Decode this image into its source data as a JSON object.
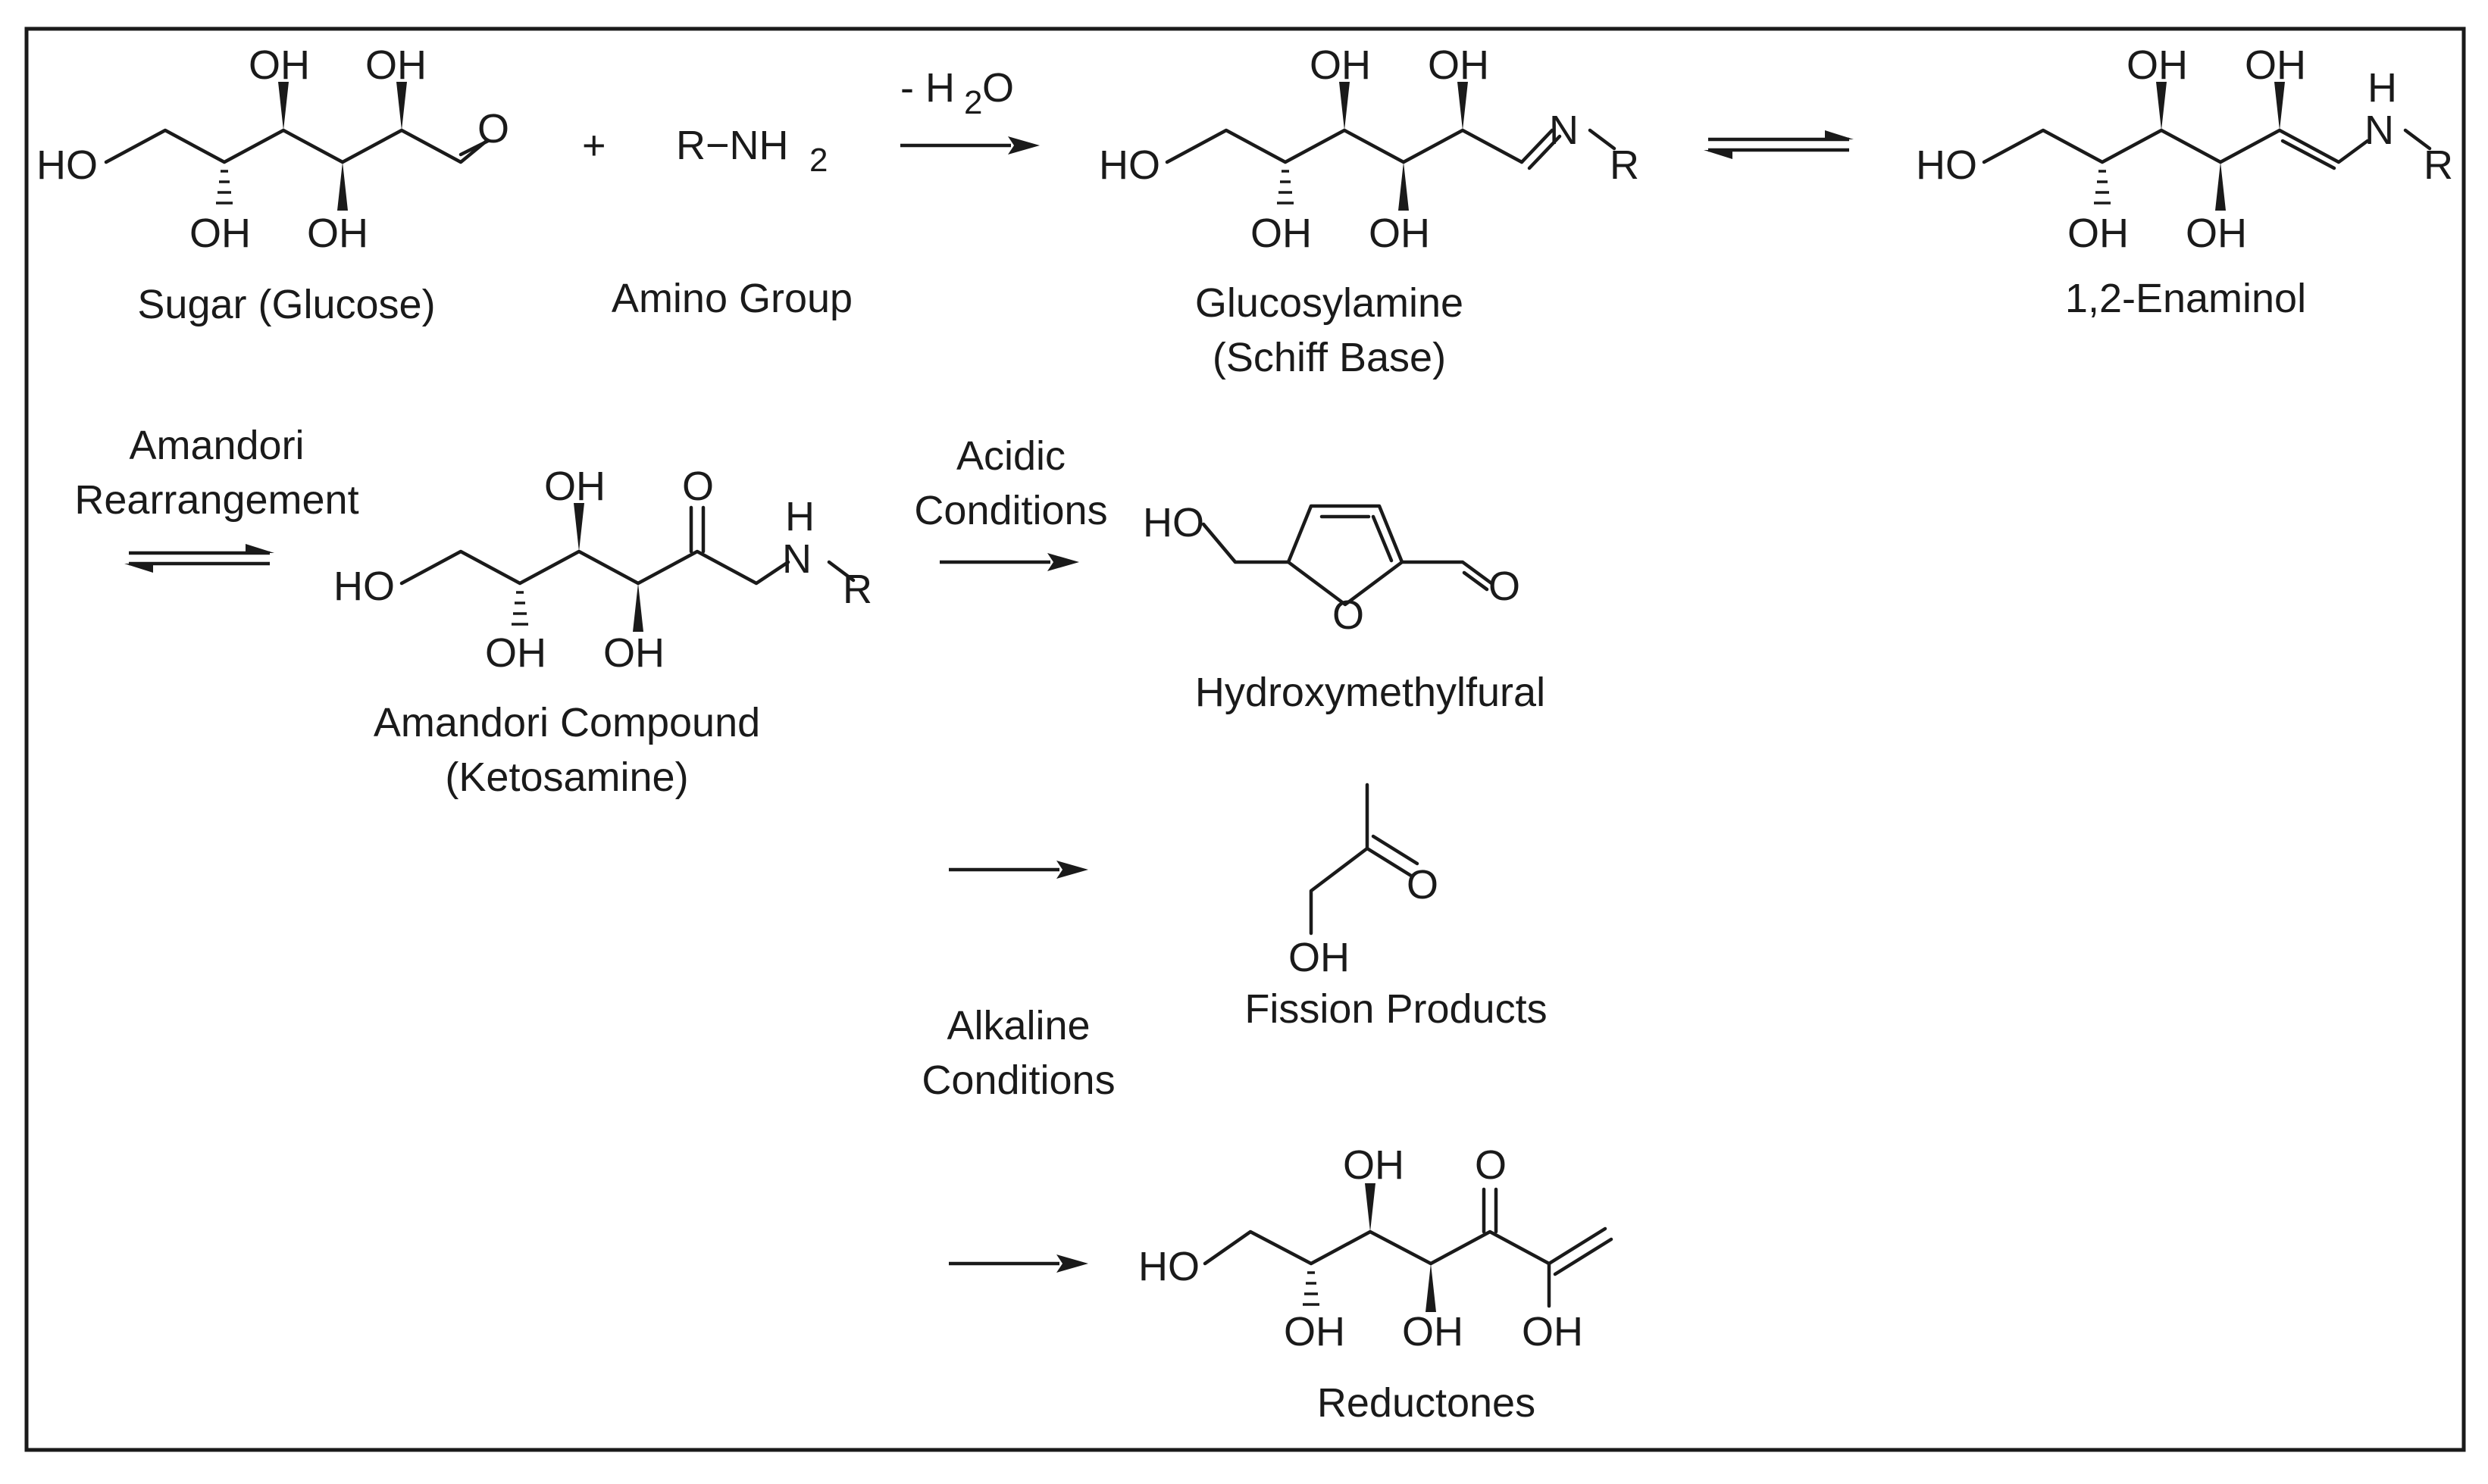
{
  "reactants": {
    "sugar": {
      "caption": "Sugar (Glucose)",
      "atoms": {
        "oh_top1": "OH",
        "oh_top2": "OH",
        "oh_bot1": "OH",
        "oh_bot2": "OH",
        "ho": "HO",
        "o": "O"
      }
    },
    "plus": "+",
    "amine": {
      "caption": "Amino Group",
      "formula_main": "R−NH",
      "formula_sub": "2"
    }
  },
  "step1": {
    "label_main": "- H",
    "label_sub": "2",
    "label_tail": "O"
  },
  "glucosylamine": {
    "caption_line1": "Glucosylamine",
    "caption_line2": "(Schiff Base)",
    "atoms": {
      "oh_top1": "OH",
      "oh_top2": "OH",
      "oh_bot1": "OH",
      "oh_bot2": "OH",
      "ho": "HO",
      "n": "N",
      "r": "R"
    }
  },
  "enaminol": {
    "caption": "1,2-Enaminol",
    "atoms": {
      "oh_top1": "OH",
      "oh_top2": "OH",
      "oh_bot1": "OH",
      "oh_bot2": "OH",
      "ho": "HO",
      "h": "H",
      "n": "N",
      "r": "R"
    }
  },
  "amadori_step": {
    "label_line1": "Amandori",
    "label_line2": "Rearrangement"
  },
  "amadori": {
    "caption_line1": "Amandori Compound",
    "caption_line2": "(Ketosamine)",
    "atoms": {
      "oh_top": "OH",
      "o": "O",
      "h": "H",
      "n": "N",
      "r": "R",
      "ho": "HO",
      "oh_bot1": "OH",
      "oh_bot2": "OH"
    }
  },
  "acidic_step": {
    "label_line1": "Acidic",
    "label_line2": "Conditions"
  },
  "hmf": {
    "caption": "Hydroxymethylfural",
    "atoms": {
      "ho": "HO",
      "o_ring": "O",
      "o_ald": "O"
    }
  },
  "alkaline_step": {
    "label_line1": "Alkaline",
    "label_line2": "Conditions"
  },
  "fission": {
    "caption": "Fission Products",
    "atoms": {
      "o": "O",
      "oh": "OH"
    }
  },
  "reductones": {
    "caption": "Reductones",
    "atoms": {
      "oh_top": "OH",
      "o": "O",
      "ho": "HO",
      "oh_bot1": "OH",
      "oh_bot2": "OH",
      "oh_bot3": "OH"
    }
  }
}
